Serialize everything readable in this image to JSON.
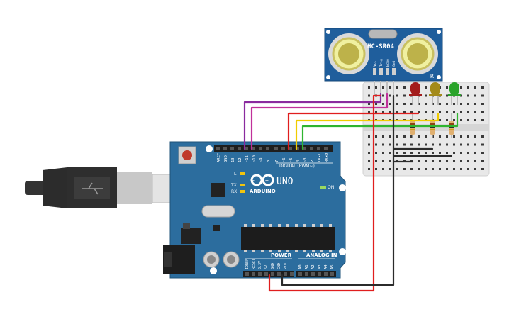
{
  "arduino": {
    "digital_header": "DIGITAL (PWM~)",
    "brand": "ARDUINO",
    "model": "UNO",
    "on_label": "ON",
    "power_label": "POWER",
    "analog_label": "ANALOG IN",
    "l_label": "L",
    "tx_label": "TX",
    "rx_label": "RX",
    "digital_pins": [
      "AREF",
      "GND",
      "13",
      "12",
      "~11",
      "~10",
      "~9",
      "8",
      "7",
      "~6",
      "~5",
      "4",
      "~3",
      "2",
      "TX▸1",
      "RX◂0"
    ],
    "power_pins": [
      "IOREF",
      "RESET",
      "3.3V",
      "5V",
      "GND",
      "GND",
      "Vin"
    ],
    "analog_pins": [
      "A0",
      "A1",
      "A2",
      "A3",
      "A4",
      "A5"
    ]
  },
  "sensor": {
    "name": "HC-SR04",
    "pins": [
      "Vcc",
      "Trig",
      "Echo",
      "Gnd"
    ],
    "left_mark": "T",
    "right_mark": "R"
  },
  "leds": [
    {
      "name": "red",
      "color": "#a31c1c"
    },
    {
      "name": "yellow",
      "color": "#a38a1a"
    },
    {
      "name": "green",
      "color": "#2aa32a"
    }
  ],
  "colors": {
    "board": "#2c6d9e",
    "sensor_board": "#1f5e9c",
    "breadboard": "#e8e8e8",
    "wire_red": "#e01e1e",
    "wire_black": "#2b2b2b",
    "wire_purple": "#8a2a9e",
    "wire_magenta": "#c0309a",
    "wire_yellow": "#f0cc00",
    "wire_green": "#2fb52f"
  }
}
